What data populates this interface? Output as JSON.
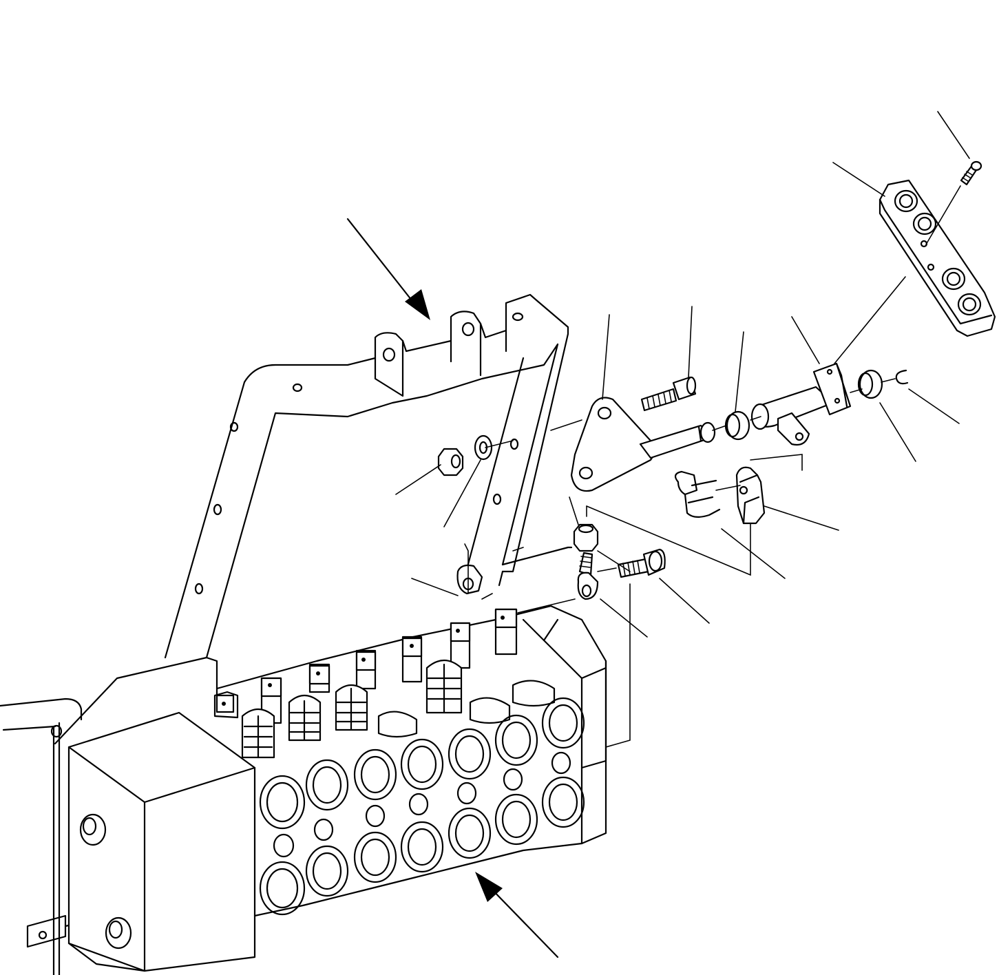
{
  "diagram": {
    "type": "exploded parts drawing",
    "line_color": "#000000",
    "background": "#ffffff",
    "callout_leaders": 21,
    "direction_arrows": 2
  }
}
